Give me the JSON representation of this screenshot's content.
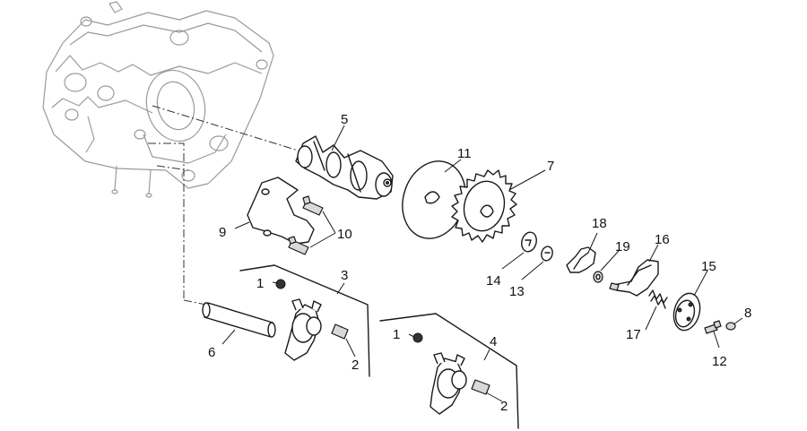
{
  "diagram": {
    "callouts": [
      {
        "id": "label-1a",
        "text": "1"
      },
      {
        "id": "label-1b",
        "text": "1"
      },
      {
        "id": "label-2a",
        "text": "2"
      },
      {
        "id": "label-2b",
        "text": "2"
      },
      {
        "id": "label-3",
        "text": "3"
      },
      {
        "id": "label-4",
        "text": "4"
      },
      {
        "id": "label-5",
        "text": "5"
      },
      {
        "id": "label-6",
        "text": "6"
      },
      {
        "id": "label-7",
        "text": "7"
      },
      {
        "id": "label-8",
        "text": "8"
      },
      {
        "id": "label-9",
        "text": "9"
      },
      {
        "id": "label-10",
        "text": "10"
      },
      {
        "id": "label-11",
        "text": "11"
      },
      {
        "id": "label-12",
        "text": "12"
      },
      {
        "id": "label-13",
        "text": "13"
      },
      {
        "id": "label-14",
        "text": "14"
      },
      {
        "id": "label-15",
        "text": "15"
      },
      {
        "id": "label-16",
        "text": "16"
      },
      {
        "id": "label-17",
        "text": "17"
      },
      {
        "id": "label-18",
        "text": "18"
      },
      {
        "id": "label-19",
        "text": "19"
      }
    ]
  }
}
